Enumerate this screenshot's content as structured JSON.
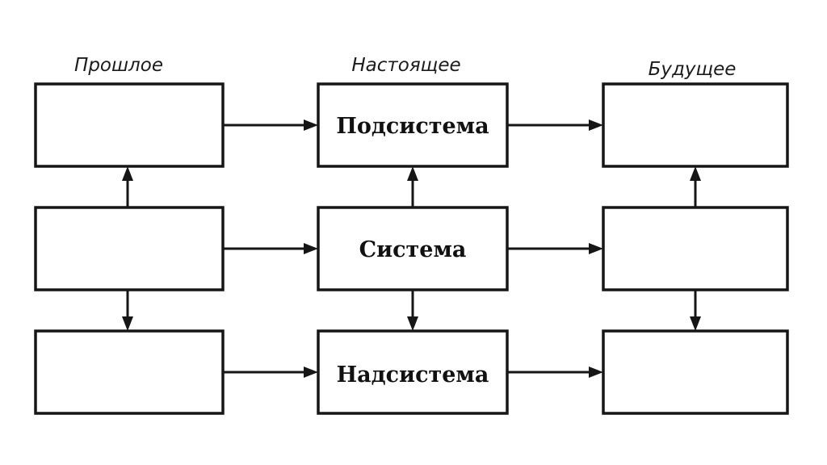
{
  "columns": [
    {
      "heading": "Прошлое"
    },
    {
      "heading": "Настоящее"
    },
    {
      "heading": "Будущее"
    }
  ],
  "rows": [
    {
      "present_label": "Подсистема"
    },
    {
      "present_label": "Система"
    },
    {
      "present_label": "Надсистема"
    }
  ]
}
